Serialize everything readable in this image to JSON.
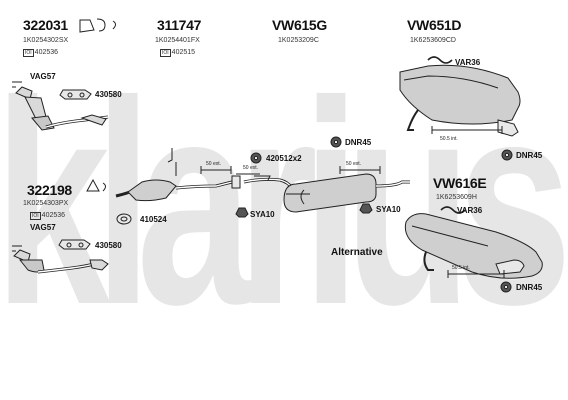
{
  "parts": [
    {
      "id": "p1",
      "number": "322031",
      "oe": "1K0254302SX",
      "code": "402536"
    },
    {
      "id": "p2",
      "number": "311747",
      "oe": "1K0254401FX",
      "code": "402515"
    },
    {
      "id": "p3",
      "number": "VW615G",
      "oe": "1K0253209C"
    },
    {
      "id": "p4",
      "number": "VW651D",
      "oe": "1K6253609CD"
    },
    {
      "id": "p5",
      "number": "322198",
      "oe": "1K0254303PX",
      "code": "402536"
    },
    {
      "id": "p6",
      "number": "VW616E",
      "oe": "1K6253609H"
    }
  ],
  "labels": {
    "vag57_top": "VAG57",
    "n430580_top": "430580",
    "vag57_bot": "VAG57",
    "n430580_bot": "430580",
    "n410524": "410524",
    "var36_top": "VAR36",
    "var36_bot": "VAR36",
    "dnr45_a": "DNR45",
    "dnr45_b": "DNR45",
    "dnr45_c": "DNR45",
    "n420512": "420512x2",
    "sya10_a": "SYA10",
    "sya10_b": "SYA10",
    "alternative": "Alternative",
    "ext_a": "50 ext.",
    "ext_b": "50 ext.",
    "ext_c": "50 ext.",
    "int_a": "50.5 int.",
    "int_b": "50.5 int."
  },
  "watermark": "klarius",
  "colors": {
    "watermark": "#e6e6e6",
    "line": "#222222",
    "part_fill": "#d9d9d9"
  }
}
